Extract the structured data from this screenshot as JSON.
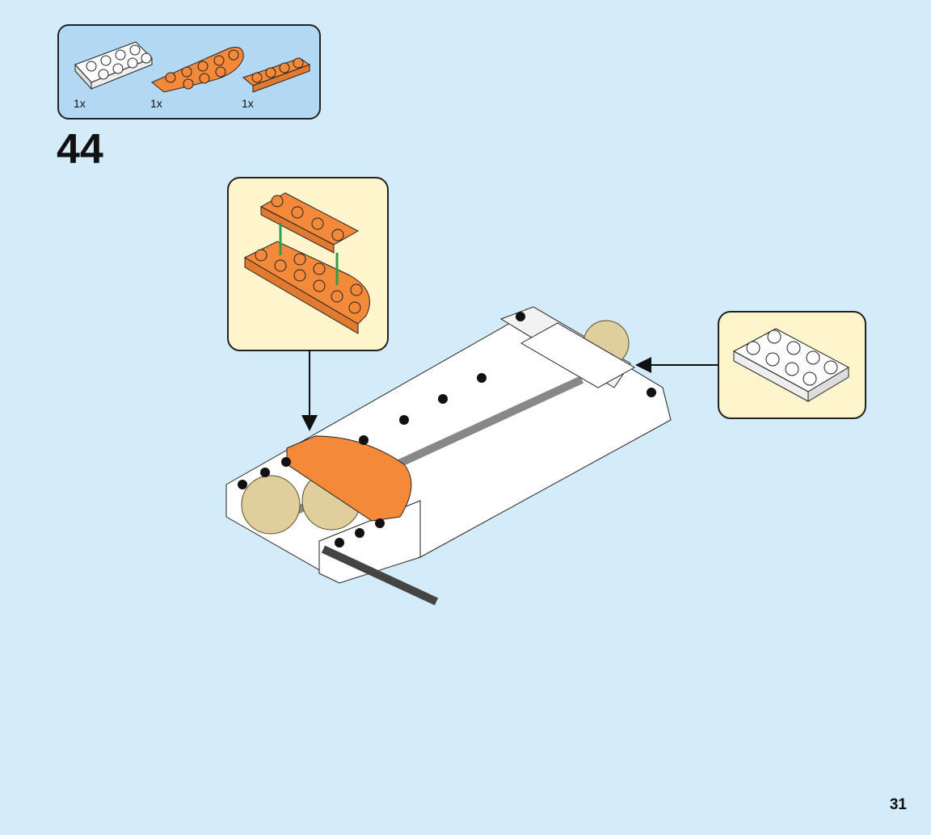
{
  "parts_list": [
    {
      "name": "white-plate-2x4-with-holes",
      "qty": "1x"
    },
    {
      "name": "orange-half-round-plate",
      "qty": "1x"
    },
    {
      "name": "orange-plate-1x4",
      "qty": "1x"
    }
  ],
  "step_number": "44",
  "page_number": "31",
  "colors": {
    "background": "#d4ecfa",
    "parts_box": "#b3d8f4",
    "callout": "#fff5cc",
    "orange": "#f5893a",
    "white_brick": "#ffffff",
    "gear": "#e0cf9c"
  }
}
